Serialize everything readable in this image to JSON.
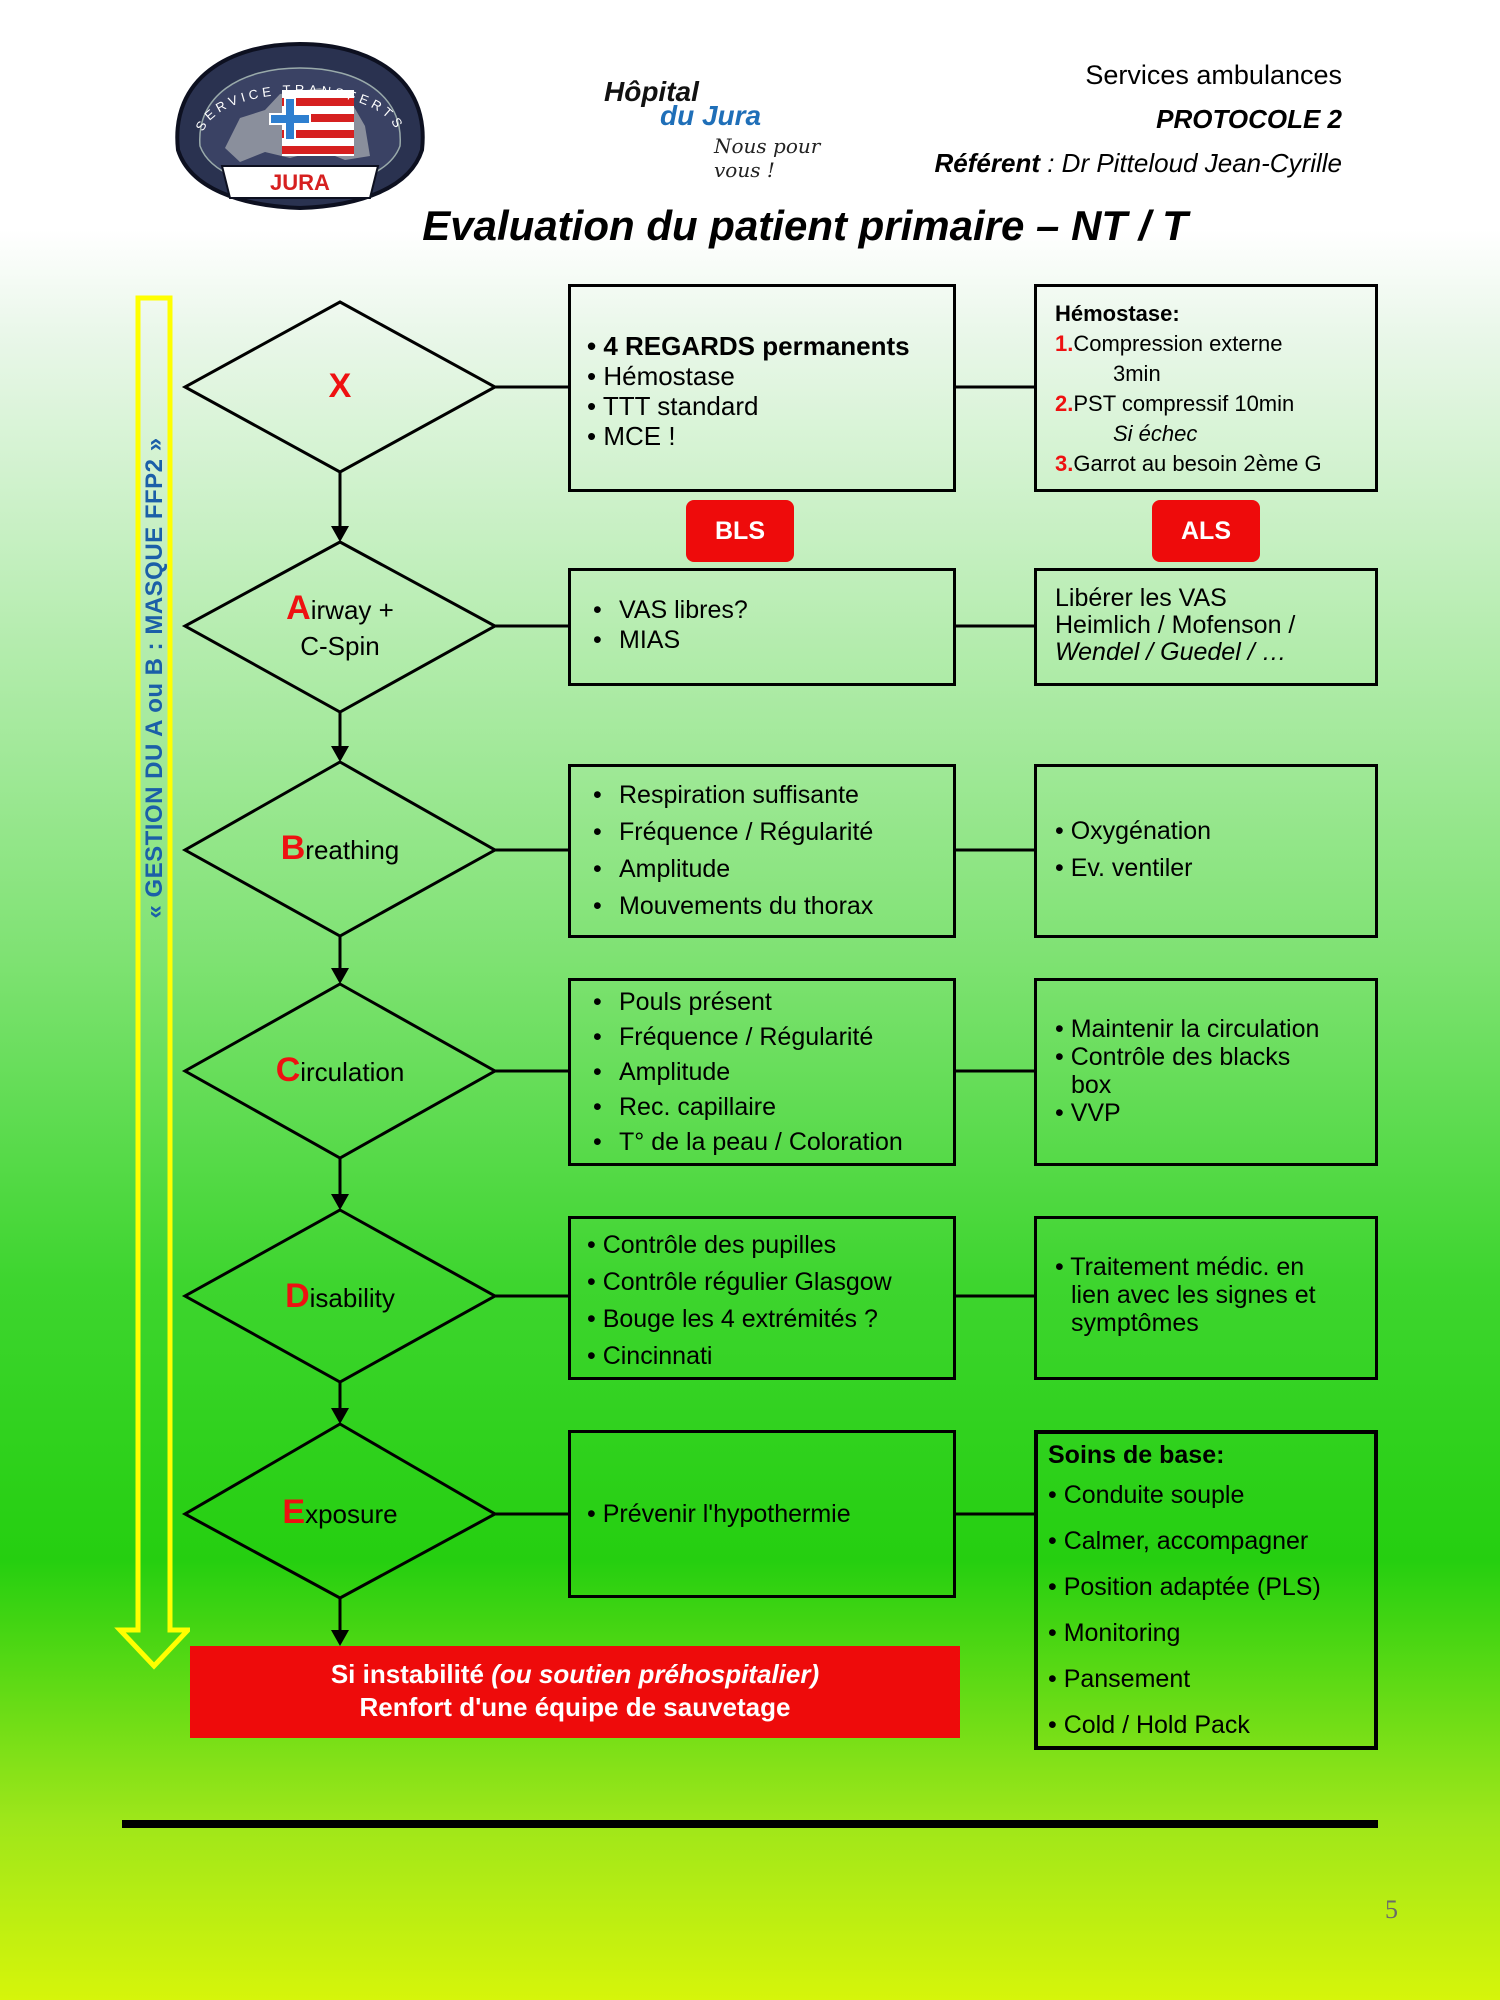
{
  "header": {
    "badge_top_text": "SERVICE TRANSFERTS",
    "badge_bottom_text": "JURA",
    "hopital_line1": "Hôpital",
    "hopital_line2": "du Jura",
    "hopital_slogan": "Nous pour vous !",
    "services": "Services ambulances",
    "protocole": "PROTOCOLE  2",
    "referent_label": "Référent",
    "referent_value": " : Dr Pitteloud Jean-Cyrille",
    "title": "Evaluation du patient primaire – NT / T"
  },
  "side_arrow": {
    "text": "« GESTION DU A ou B : MASQUE FFP2 »",
    "color": "#ffff00",
    "text_color": "#1b5fa8"
  },
  "columns": {
    "bls": "BLS",
    "als": "ALS"
  },
  "steps": [
    {
      "letter": "X",
      "rest": "",
      "bls": [
        "4 REGARDS permanents",
        "Hémostase",
        "TTT standard",
        "MCE !"
      ],
      "als_title": "Hémostase:",
      "als_items": [
        {
          "num": "1.",
          "text": "Compression externe",
          "sub": "3min"
        },
        {
          "num": "2.",
          "text": "PST compressif 10min",
          "sub": "Si échec"
        },
        {
          "num": "3.",
          "text": "Garrot au besoin 2ème G",
          "sub": ""
        }
      ]
    },
    {
      "letter": "A",
      "rest": "irway +",
      "line2": "C-Spin",
      "bls": [
        "VAS libres?",
        "MIAS"
      ],
      "als": [
        "Libérer les VAS",
        "Heimlich / Mofenson /",
        "Wendel  / Guedel / …"
      ]
    },
    {
      "letter": "B",
      "rest": "reathing",
      "bls": [
        "Respiration suffisante",
        "Fréquence / Régularité",
        "Amplitude",
        "Mouvements du thorax"
      ],
      "als": [
        "Oxygénation",
        "Ev. ventiler"
      ]
    },
    {
      "letter": "C",
      "rest": "irculation",
      "bls": [
        "Pouls présent",
        "Fréquence / Régularité",
        "Amplitude",
        "Rec. capillaire",
        "T° de la peau / Coloration"
      ],
      "als": [
        "Maintenir la circulation",
        "Contrôle des blacks",
        "box",
        "VVP"
      ]
    },
    {
      "letter": "D",
      "rest": "isability",
      "bls": [
        "Contrôle des pupilles",
        "Contrôle régulier Glasgow",
        "Bouge les 4 extrémités ?",
        "Cincinnati"
      ],
      "als": [
        "Traitement médic. en",
        "lien avec les signes et",
        "symptômes"
      ]
    },
    {
      "letter": "E",
      "rest": "xposure",
      "bls": [
        "Prévenir l'hypothermie"
      ],
      "als_title": "Soins de base:",
      "als": [
        "Conduite souple",
        "Calmer, accompagner",
        "Position adaptée (PLS)",
        "Monitoring",
        "Pansement",
        "Cold / Hold Pack"
      ]
    }
  ],
  "bottom_box": {
    "line1_bold": "Si instabilité ",
    "line1_italic": "(ou soutien préhospitalier)",
    "line2": "Renfort d'une équipe de sauvetage"
  },
  "page_number": "5",
  "colors": {
    "accent_red": "#ee0b0b",
    "letter_red": "#ee1111",
    "hopital_blue": "#1f6fb8",
    "badge_navy": "#2a3250"
  }
}
